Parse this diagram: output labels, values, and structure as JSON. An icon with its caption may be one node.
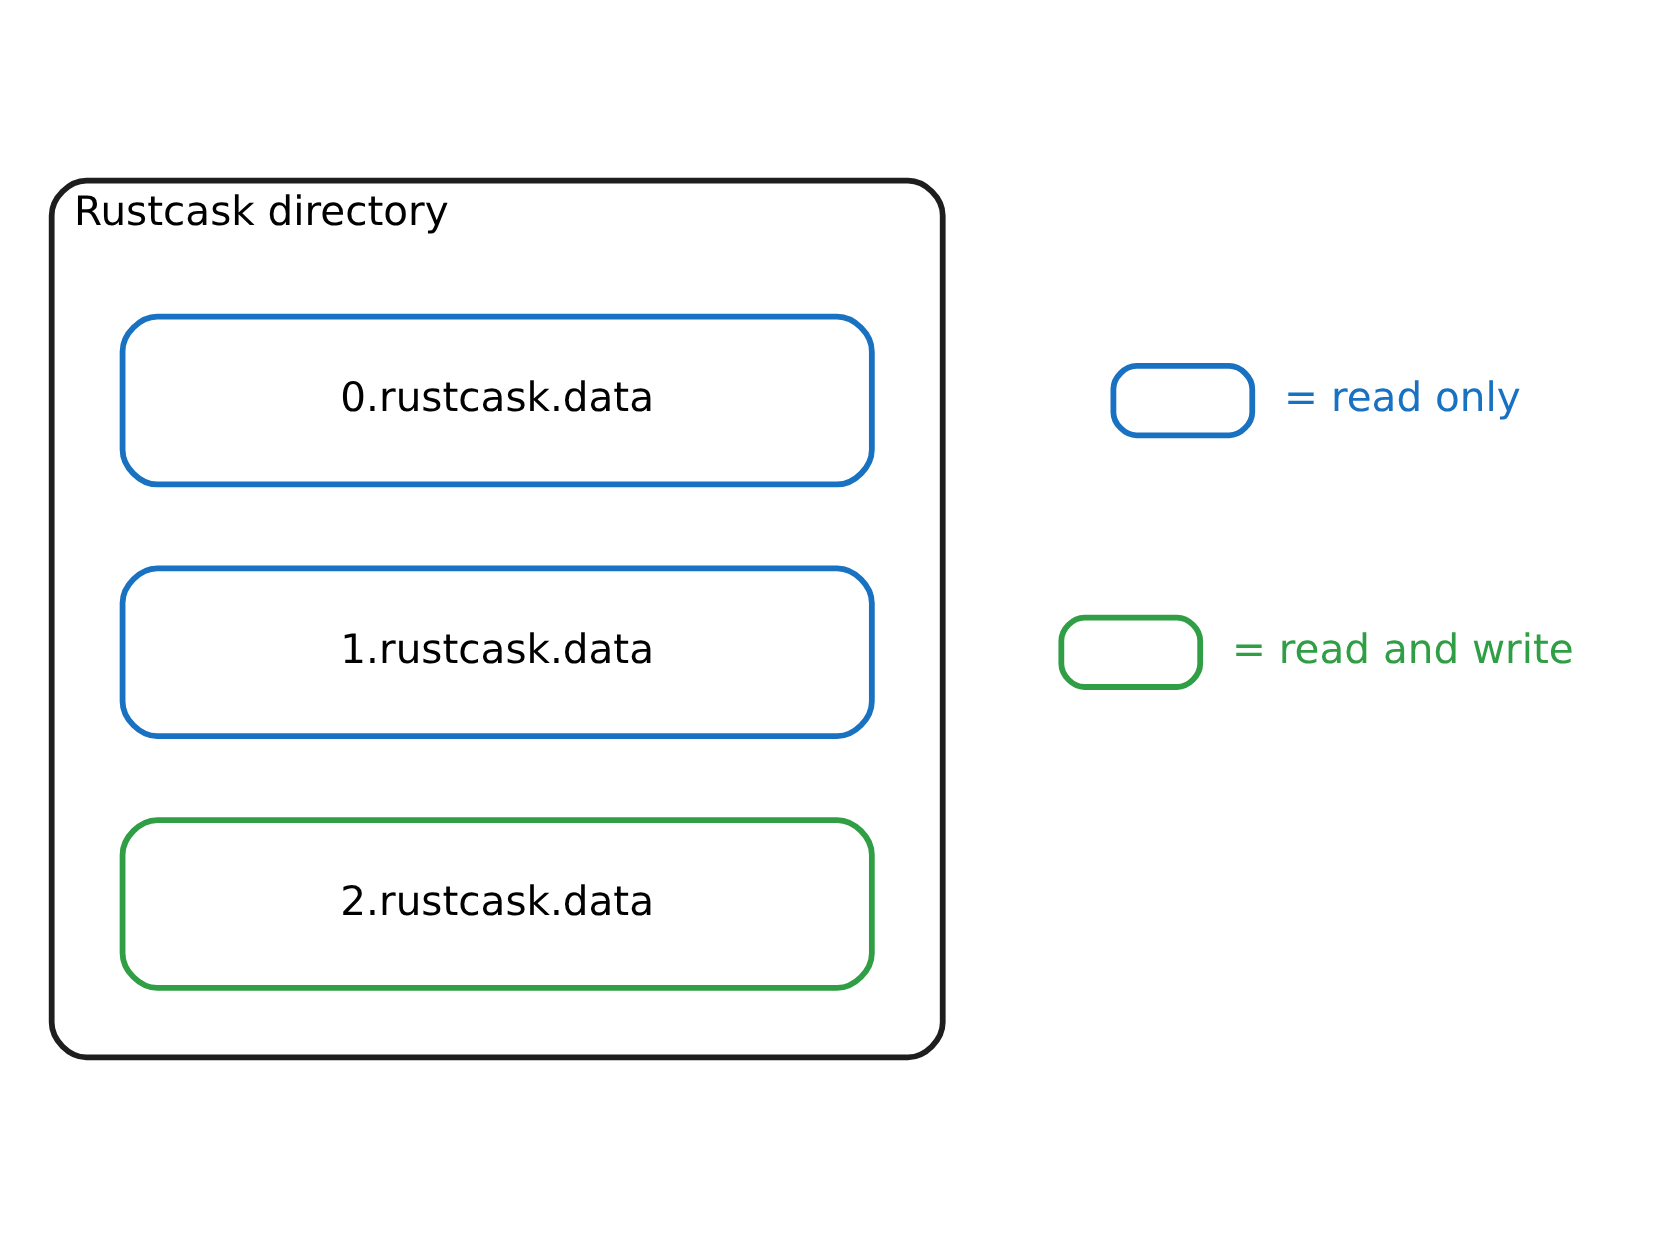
{
  "diagram": {
    "nodes": [
      {
        "text": [
          "Rustcask directory"
        ]
      },
      {
        "text": [
          "0.rustcask.data"
        ],
        "in": 0
      },
      {
        "text": [
          "1.rustcask.data"
        ],
        "in": 0
      },
      {
        "text": [
          "2.rustcask.data"
        ],
        "in": 0
      }
    ],
    "edges": [],
    "legend": [
      {
        "text": "= read only",
        "color": "#1971c2"
      },
      {
        "text": "= read and write",
        "color": "#2f9e44"
      }
    ]
  }
}
